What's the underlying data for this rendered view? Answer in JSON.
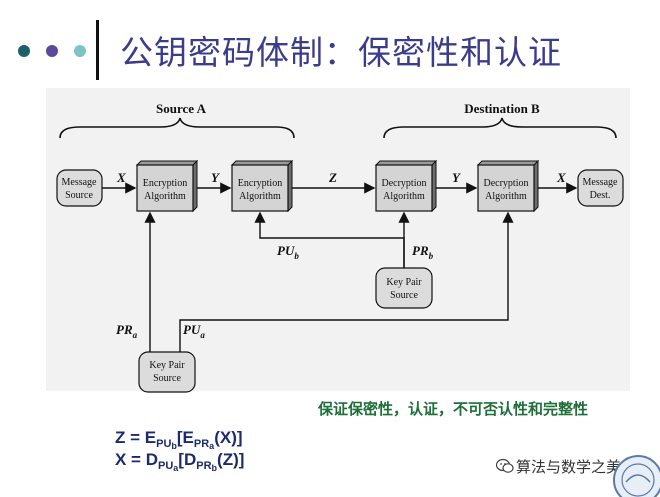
{
  "slide": {
    "title": "公钥密码体制：保密性和认证",
    "subtitle": "保证保密性，认证，不可否认性和完整性"
  },
  "colors": {
    "dot1": "#1f5f6b",
    "dot2": "#5b4a9b",
    "dot3": "#7fc4c4",
    "title": "#3c3c8c",
    "subtitle": "#1f6f3a",
    "equations": "#1c2a6e"
  },
  "diagram": {
    "source_label": "Source A",
    "destination_label": "Destination B",
    "message_source": [
      "Message",
      "Source"
    ],
    "enc1": [
      "Encryption",
      "Algorithm"
    ],
    "enc2": [
      "Encryption",
      "Algorithm"
    ],
    "dec1": [
      "Decryption",
      "Algorithm"
    ],
    "dec2": [
      "Decryption",
      "Algorithm"
    ],
    "message_dest": [
      "Message",
      "Dest."
    ],
    "keypair_b": [
      "Key Pair",
      "Source"
    ],
    "keypair_a": [
      "Key Pair",
      "Source"
    ],
    "labels": {
      "x1": "X",
      "y1": "Y",
      "z": "Z",
      "y2": "Y",
      "x2": "X"
    },
    "key_labels": {
      "pub": "PU",
      "pub_sub": "b",
      "prb": "PR",
      "prb_sub": "b",
      "pra": "PR",
      "pra_sub": "a",
      "pua": "PU",
      "pua_sub": "a"
    }
  },
  "equations": {
    "z_lhs": "Z = E",
    "z_sub": "PU",
    "z_subsub": "b",
    "z_mid": "[E",
    "z_sub2": "PR",
    "z_subsub2": "a",
    "z_rhs": "(X)]",
    "x_lhs": "X = D",
    "x_sub": "PU",
    "x_subsub": "a",
    "x_mid": "[D",
    "x_sub2": "PR",
    "x_subsub2": "b",
    "x_rhs": "(Z)]"
  },
  "watermark": "算法与数学之美"
}
